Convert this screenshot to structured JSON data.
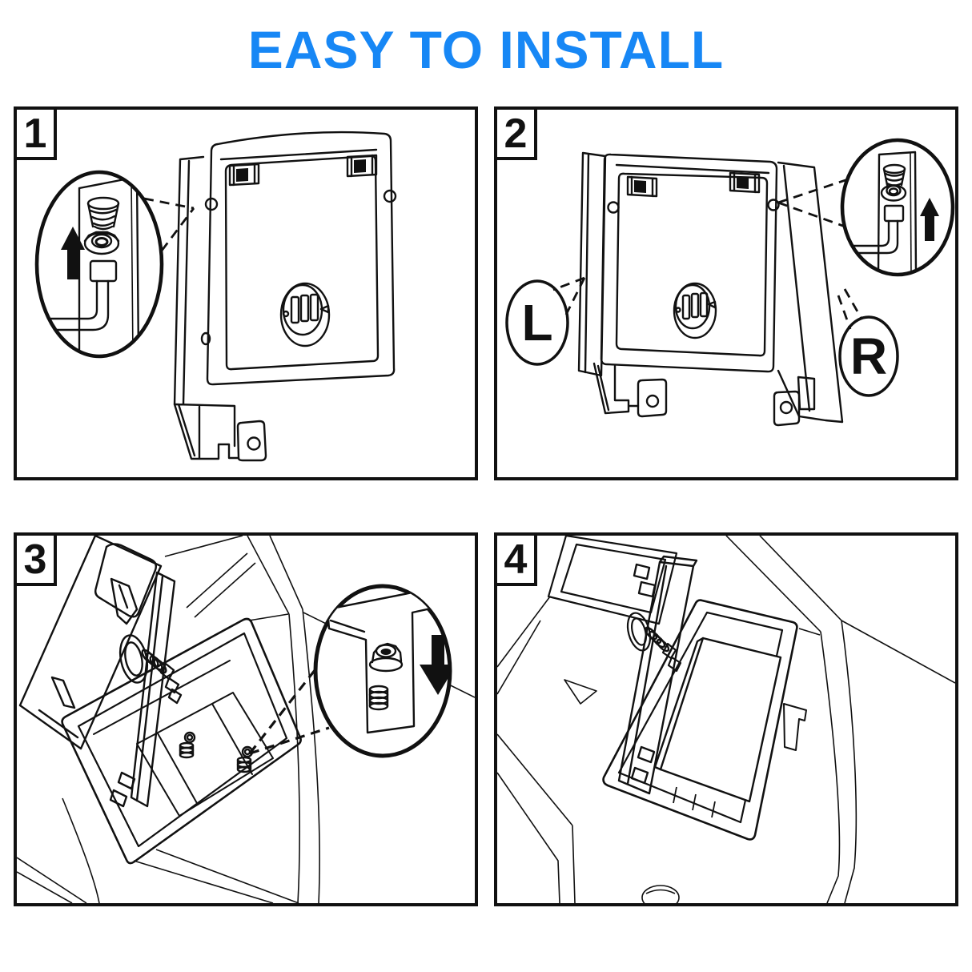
{
  "title": "EASY TO INSTALL",
  "colors": {
    "title_blue": "#1787f5",
    "line_ink": "#111111",
    "background": "#ffffff"
  },
  "panels": [
    {
      "number": "1",
      "icons": [
        "magnifier-callout",
        "arrow-up-icon"
      ]
    },
    {
      "number": "2",
      "left_label": "L",
      "right_label": "R",
      "icons": [
        "magnifier-callout",
        "arrow-up-icon"
      ]
    },
    {
      "number": "3",
      "icons": [
        "magnifier-callout",
        "arrow-down-icon"
      ]
    },
    {
      "number": "4",
      "icons": []
    }
  ]
}
